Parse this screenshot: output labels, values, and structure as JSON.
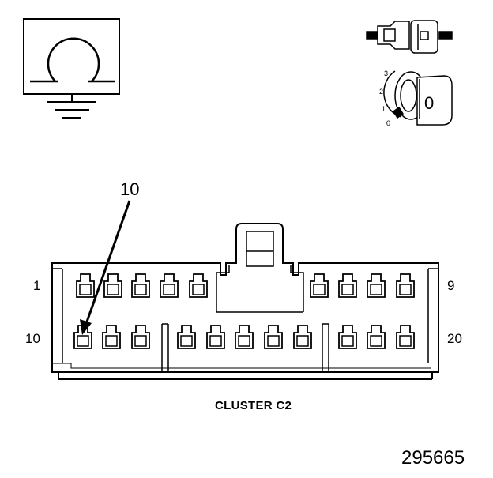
{
  "ground_symbol": {
    "icon": "ohm-ground-icon"
  },
  "connector_icon": {
    "icon": "connector-plug-icon"
  },
  "ignition_key": {
    "icon": "ignition-key-icon",
    "positions": [
      "3",
      "2",
      "1",
      "0"
    ],
    "key_letter": "0"
  },
  "connector": {
    "callout": "10",
    "top_row_start": "1",
    "top_row_end": "9",
    "bottom_row_start": "10",
    "bottom_row_end": "20",
    "caption": "CLUSTER C2"
  },
  "figure_number": "295665"
}
